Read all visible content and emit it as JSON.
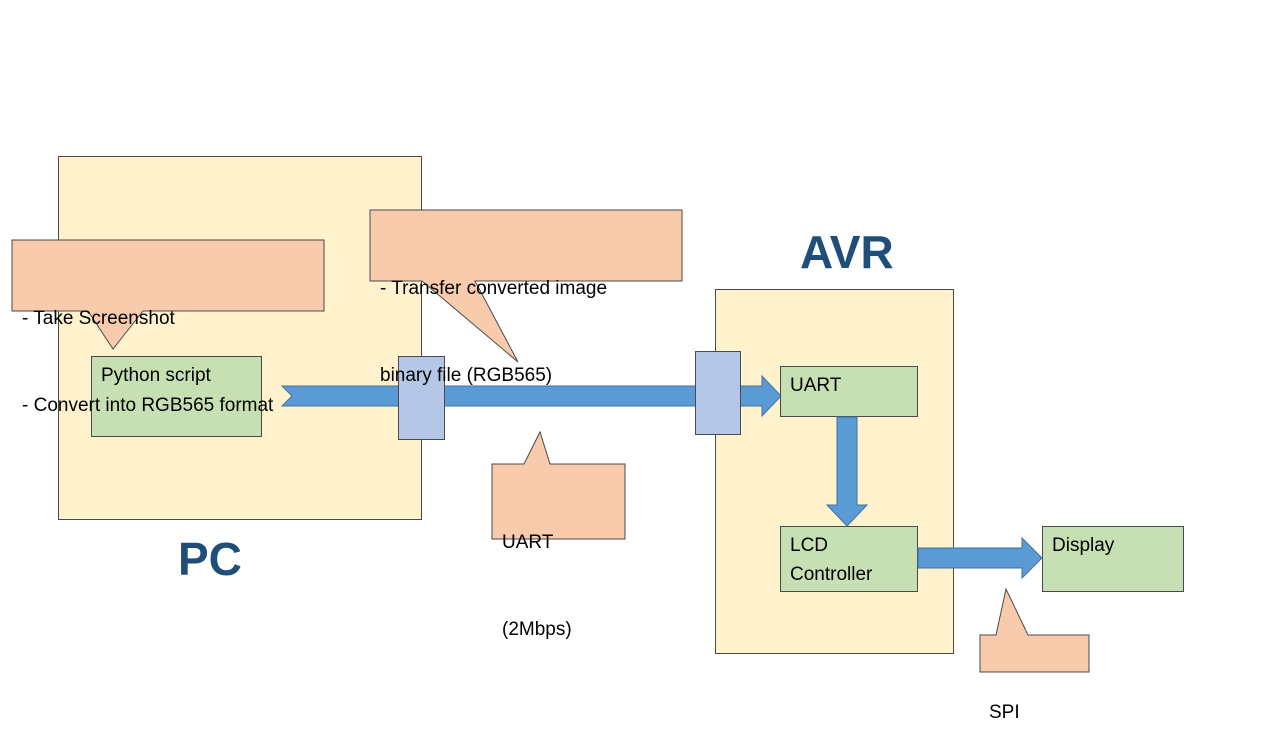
{
  "pc": {
    "title": "PC"
  },
  "avr": {
    "title": "AVR"
  },
  "blocks": {
    "python_script": "Python script",
    "uart": "UART",
    "lcd_controller_line1": "LCD",
    "lcd_controller_line2": "Controller",
    "display": "Display"
  },
  "callouts": {
    "screenshot": [
      "- Take Screenshot",
      "- Convert into RGB565 format"
    ],
    "transfer": [
      "- Transfer converted image",
      "binary file (RGB565)"
    ],
    "uart_speed": [
      "UART",
      "(2Mbps)"
    ],
    "spi": [
      "SPI"
    ]
  },
  "colors": {
    "host_box": "#fff2cc",
    "block": "#c6e0b4",
    "callout": "#f8cbad",
    "arrow": "#5b9bd5",
    "connector": "#b4c7e7",
    "title": "#1f4e79"
  }
}
